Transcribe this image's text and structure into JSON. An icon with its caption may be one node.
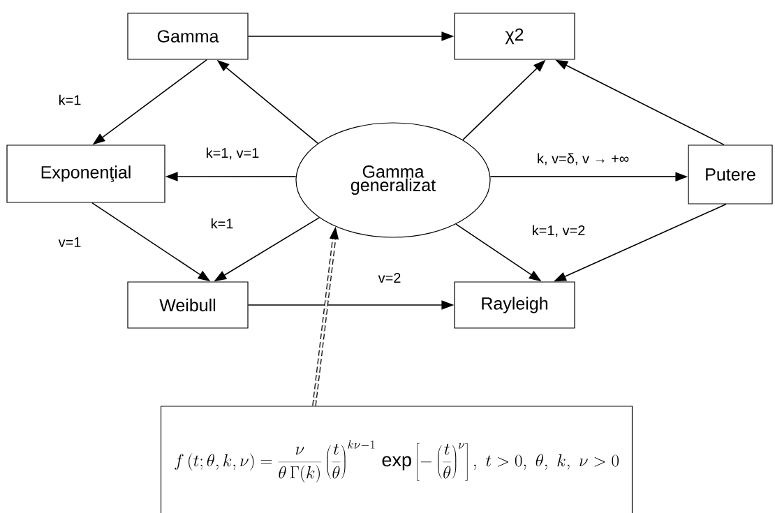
{
  "diagram": {
    "nodes": [
      {
        "text": [
          "Gamma"
        ]
      },
      {
        "text": [
          "χ2"
        ]
      },
      {
        "text": [
          "Exponenţial"
        ]
      },
      {
        "text": [
          "Gamma generalizat"
        ]
      },
      {
        "text": [
          "Putere"
        ]
      },
      {
        "text": [
          "Weibull"
        ]
      },
      {
        "text": [
          "Rayleigh"
        ]
      },
      {
        "text": [
          "f\\left(t;\\theta,k,\\nu\\right)=\\frac{\\nu}{\\theta\\,\\Gamma(k)}\\left(\\frac{t}{\\theta}\\right)^{k\\nu-1}\\,\\mathrm{exp}\\left[-\\left(\\frac{t}{\\theta}\\right)^{\\nu}\\right],\\ t>0,\\ \\theta,\\ k,\\ \\nu>0"
        ]
      }
    ],
    "edges": [
      {
        "from": 0,
        "to": 1,
        "arrow": "to"
      },
      {
        "from": 3,
        "to": 0,
        "arrow": "to"
      },
      {
        "from": 0,
        "to": 2,
        "arrow": "to",
        "label": "k=1"
      },
      {
        "from": 3,
        "to": 2,
        "arrow": "to",
        "label": "k=1, v=1"
      },
      {
        "from": 2,
        "to": 5,
        "arrow": "to",
        "label": "v=1"
      },
      {
        "from": 3,
        "to": 5,
        "arrow": "to",
        "label": "k=1"
      },
      {
        "from": 5,
        "to": 6,
        "arrow": "to",
        "label": "v=2"
      },
      {
        "from": 3,
        "to": 1,
        "arrow": "to"
      },
      {
        "from": 4,
        "to": 1,
        "arrow": "to"
      },
      {
        "from": 3,
        "to": 4,
        "arrow": "to",
        "label": "k, v=δ, v → +∞"
      },
      {
        "from": 3,
        "to": 6,
        "arrow": "to",
        "label": "k=1, v=2"
      },
      {
        "from": 4,
        "to": 6,
        "arrow": "to"
      },
      {
        "from": 7,
        "to": 3,
        "arrow": "to",
        "style": "dashed"
      }
    ]
  }
}
